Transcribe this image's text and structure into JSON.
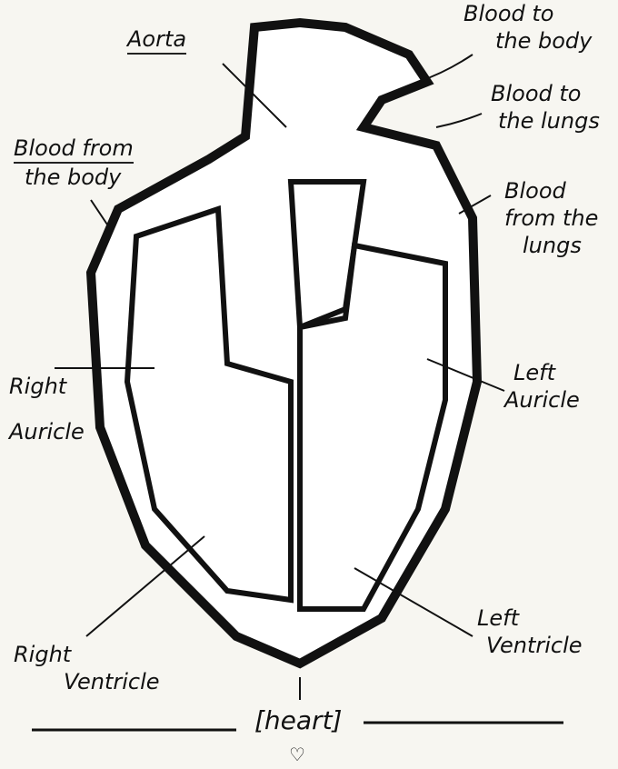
{
  "labels": {
    "aorta": "Aorta",
    "blood_to_body_1": "Blood to",
    "blood_to_body_2": "the body",
    "blood_to_lungs_1": "Blood to",
    "blood_to_lungs_2": "the lungs",
    "blood_from_body_1": "Blood from",
    "blood_from_body_2": "the body",
    "blood_from_lungs_1": "Blood",
    "blood_from_lungs_2": "from the",
    "blood_from_lungs_3": "lungs",
    "right_auricle_1": "Right",
    "right_auricle_2": "Auricle",
    "left_auricle_1": "Left",
    "left_auricle_2": "Auricle",
    "right_ventricle_1": "Right",
    "right_ventricle_2": "Ventricle",
    "left_ventricle_1": "Left",
    "left_ventricle_2": "Ventricle",
    "title": "[heart]",
    "heart_symbol": "♡"
  }
}
